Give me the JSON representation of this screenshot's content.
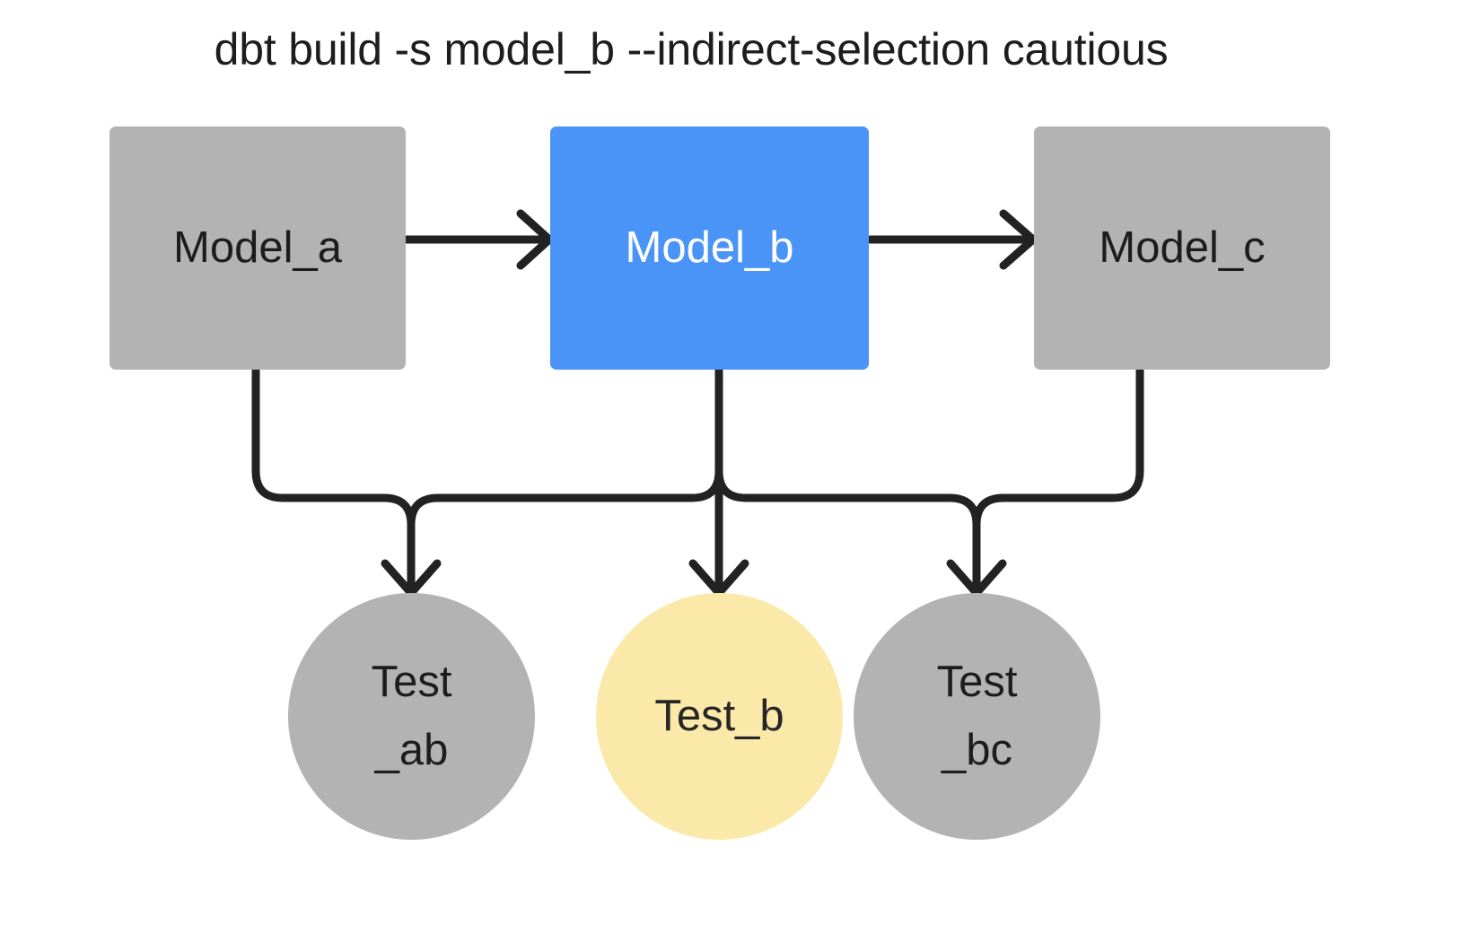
{
  "title": "dbt build -s model_b --indirect-selection cautious",
  "colors": {
    "background": "#ffffff",
    "node_gray": "#b3b3b3",
    "node_selected_blue": "#4a94f8",
    "node_indirect_yellow": "#fae9a9",
    "edge_black": "#222222",
    "text_dark": "#1d1d1d",
    "text_light": "#ffffff"
  },
  "nodes": {
    "models": [
      {
        "id": "model_a",
        "label": "Model_a",
        "fill": "#b3b3b3",
        "text_color": "#1d1d1d",
        "state": "unselected"
      },
      {
        "id": "model_b",
        "label": "Model_b",
        "fill": "#4a94f8",
        "text_color": "#ffffff",
        "state": "selected"
      },
      {
        "id": "model_c",
        "label": "Model_c",
        "fill": "#b3b3b3",
        "text_color": "#1d1d1d",
        "state": "unselected"
      }
    ],
    "tests": [
      {
        "id": "test_ab",
        "label_line1": "Test",
        "label_line2": "_ab",
        "fill": "#b3b3b3",
        "text_color": "#1d1d1d",
        "state": "unselected"
      },
      {
        "id": "test_b",
        "label_line1": "Test_b",
        "label_line2": "",
        "fill": "#fae9a9",
        "text_color": "#262626",
        "state": "indirectly-selected"
      },
      {
        "id": "test_bc",
        "label_line1": "Test",
        "label_line2": "_bc",
        "fill": "#b3b3b3",
        "text_color": "#1d1d1d",
        "state": "unselected"
      }
    ]
  },
  "edges": [
    {
      "from": "model_a",
      "to": "model_b",
      "kind": "horizontal-arrow"
    },
    {
      "from": "model_b",
      "to": "model_c",
      "kind": "horizontal-arrow"
    },
    {
      "from": "model_a",
      "to": "test_ab",
      "kind": "elbow-arrow"
    },
    {
      "from": "model_b",
      "to": "test_ab",
      "kind": "elbow-arrow"
    },
    {
      "from": "model_b",
      "to": "test_b",
      "kind": "straight-arrow"
    },
    {
      "from": "model_b",
      "to": "test_bc",
      "kind": "elbow-arrow"
    },
    {
      "from": "model_c",
      "to": "test_bc",
      "kind": "elbow-arrow"
    }
  ]
}
